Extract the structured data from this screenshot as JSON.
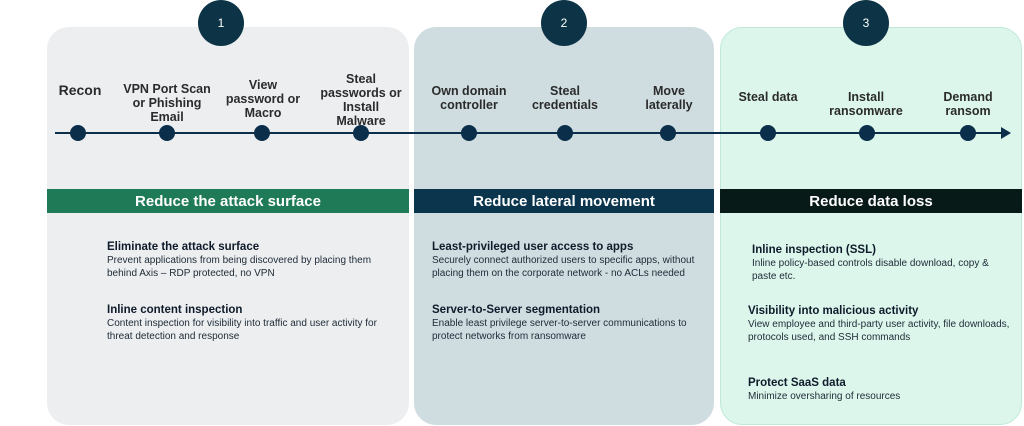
{
  "phases": [
    {
      "number": "1",
      "banner": "Reduce the attack surface",
      "items": [
        {
          "title": "Eliminate the attack surface",
          "desc": "Prevent applications from being discovered by placing them behind Axis – RDP protected, no VPN"
        },
        {
          "title": "Inline content inspection",
          "desc": "Content inspection for visibility into traffic and user activity for threat detection and response"
        }
      ]
    },
    {
      "number": "2",
      "banner": "Reduce lateral movement",
      "items": [
        {
          "title": "Least-privileged user access to apps",
          "desc": "Securely connect authorized users to specific apps, without placing them on the corporate network - no ACLs needed"
        },
        {
          "title": "Server-to-Server segmentation",
          "desc": "Enable least privilege server-to-server communications to protect networks from ransomware"
        }
      ]
    },
    {
      "number": "3",
      "banner": "Reduce data loss",
      "items": [
        {
          "title": "Inline inspection (SSL)",
          "desc": "Inline  policy-based controls disable download, copy & paste etc."
        },
        {
          "title": "Visibility into malicious activity",
          "desc": "View employee and third-party user activity, file downloads, protocols used, and SSH commands"
        },
        {
          "title": "Protect SaaS data",
          "desc": "Minimize oversharing of resources"
        }
      ]
    }
  ],
  "steps": [
    "Recon",
    "VPN Port Scan or Phishing Email",
    "View password or Macro",
    "Steal passwords or Install Malware",
    "Own domain controller",
    "Steal credentials",
    "Move laterally",
    "Steal data",
    "Install ransomware",
    "Demand ransom"
  ]
}
